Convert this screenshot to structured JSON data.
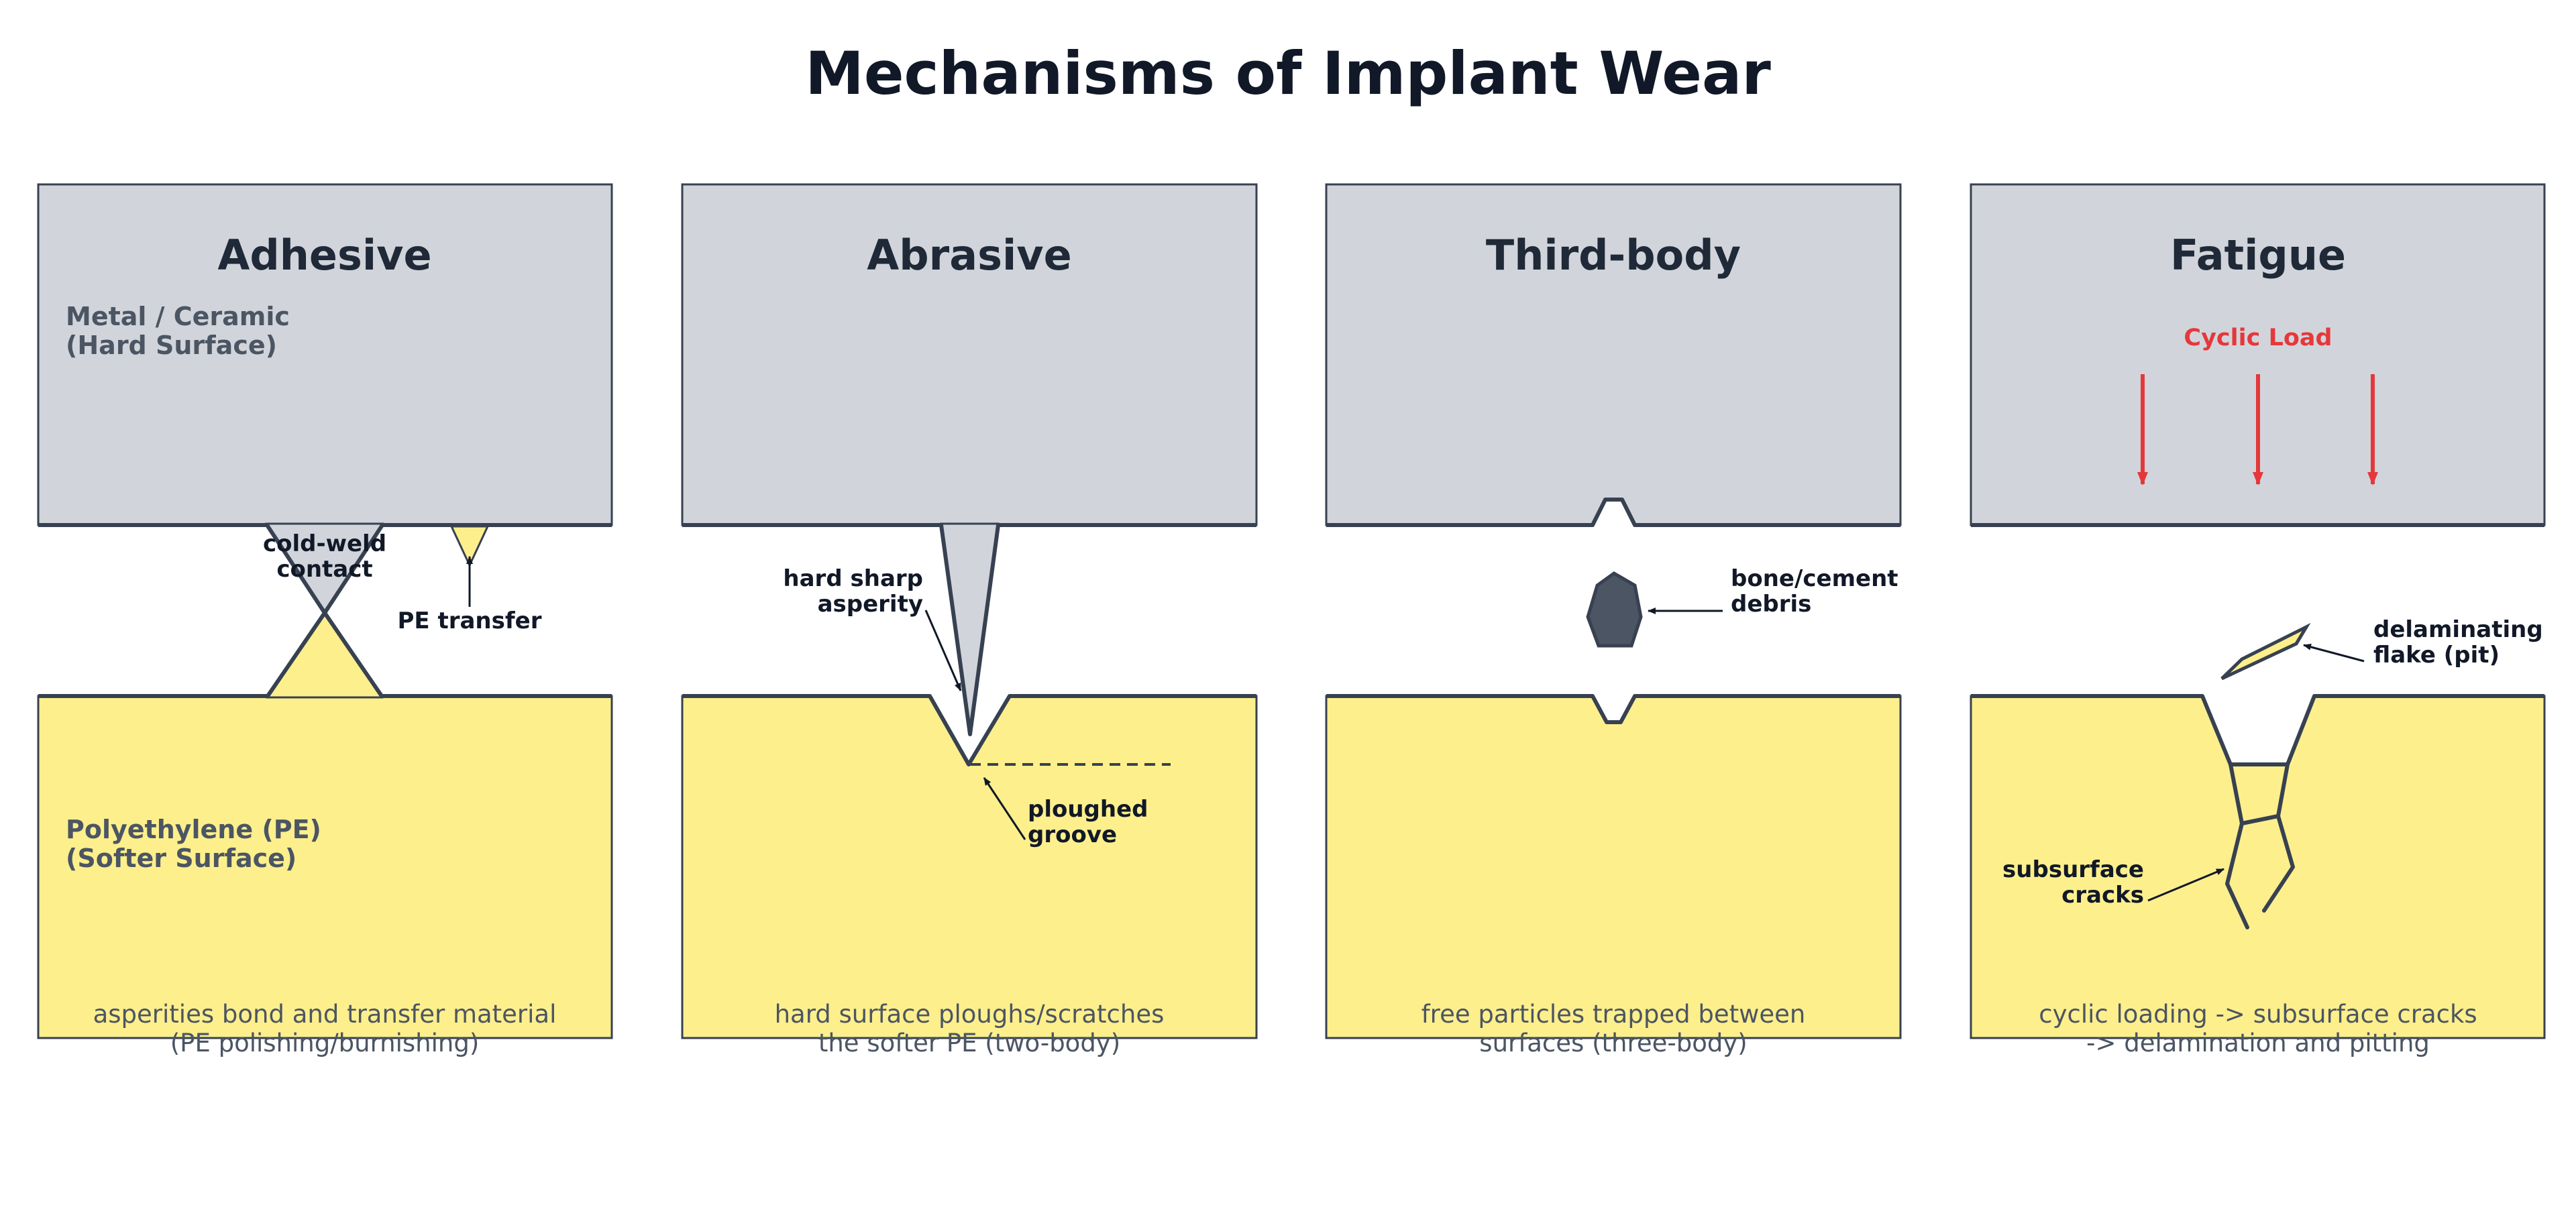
{
  "title": "Mechanisms of Implant Wear",
  "colors": {
    "hard_surface": "#d1d5db",
    "soft_surface": "#fdef8c",
    "outline": "#374151",
    "load_arrows": "#e5383b",
    "debris": "#4b5563"
  },
  "panels": [
    {
      "title": "Adhesive",
      "hard_label": [
        "Metal / Ceramic",
        "(Hard Surface)"
      ],
      "soft_label": [
        "Polyethylene (PE)",
        "(Softer Surface)"
      ],
      "annotations": {
        "contact": [
          "cold-weld",
          "contact"
        ],
        "transfer": "PE transfer"
      },
      "caption": [
        "asperities bond and transfer material",
        "(PE polishing/burnishing)"
      ]
    },
    {
      "title": "Abrasive",
      "annotations": {
        "asperity": [
          "hard sharp",
          "asperity"
        ],
        "groove": [
          "ploughed",
          "groove"
        ]
      },
      "caption": [
        "hard surface ploughs/scratches",
        "the softer PE (two-body)"
      ]
    },
    {
      "title": "Third-body",
      "annotations": {
        "debris": [
          "bone/cement",
          "debris"
        ]
      },
      "caption": [
        "free particles trapped between",
        "surfaces (three-body)"
      ]
    },
    {
      "title": "Fatigue",
      "annotations": {
        "load": "Cyclic Load",
        "flake": [
          "delaminating",
          "flake (pit)"
        ],
        "cracks": [
          "subsurface",
          "cracks"
        ]
      },
      "caption": [
        "cyclic loading -> subsurface cracks",
        "-> delamination and pitting"
      ]
    }
  ]
}
